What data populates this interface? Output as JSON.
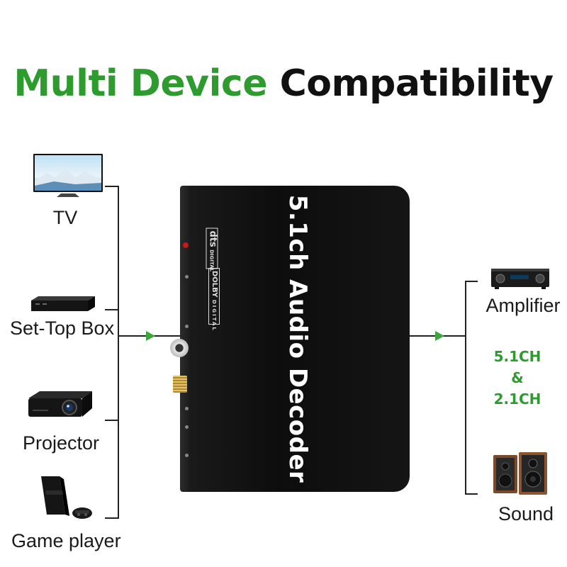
{
  "title": {
    "highlight": "Multi Device",
    "rest": "Compatibility"
  },
  "inputs": {
    "tv": "TV",
    "set_top_box": "Set-Top Box",
    "projector": "Projector",
    "game_player": "Game player"
  },
  "decoder": {
    "label": "5.1ch Audio Decoder",
    "logo_dts": "dts",
    "logo_digital": "DIGITAL",
    "logo_dolby": "DOLBY",
    "logo_dolby_digital": "DIGITAL"
  },
  "outputs": {
    "amplifier": "Amplifier",
    "sound": "Sound",
    "modes": [
      "5.1CH",
      "&",
      "2.1CH"
    ]
  },
  "colors": {
    "accent_green": "#2e9b2e",
    "arrow_green": "#3ca53c",
    "decoder_body": "#111111"
  },
  "icons": [
    "tv-icon",
    "set-top-box-icon",
    "projector-icon",
    "game-console-icon",
    "amplifier-icon",
    "speaker-icon",
    "arrow-right-icon"
  ]
}
